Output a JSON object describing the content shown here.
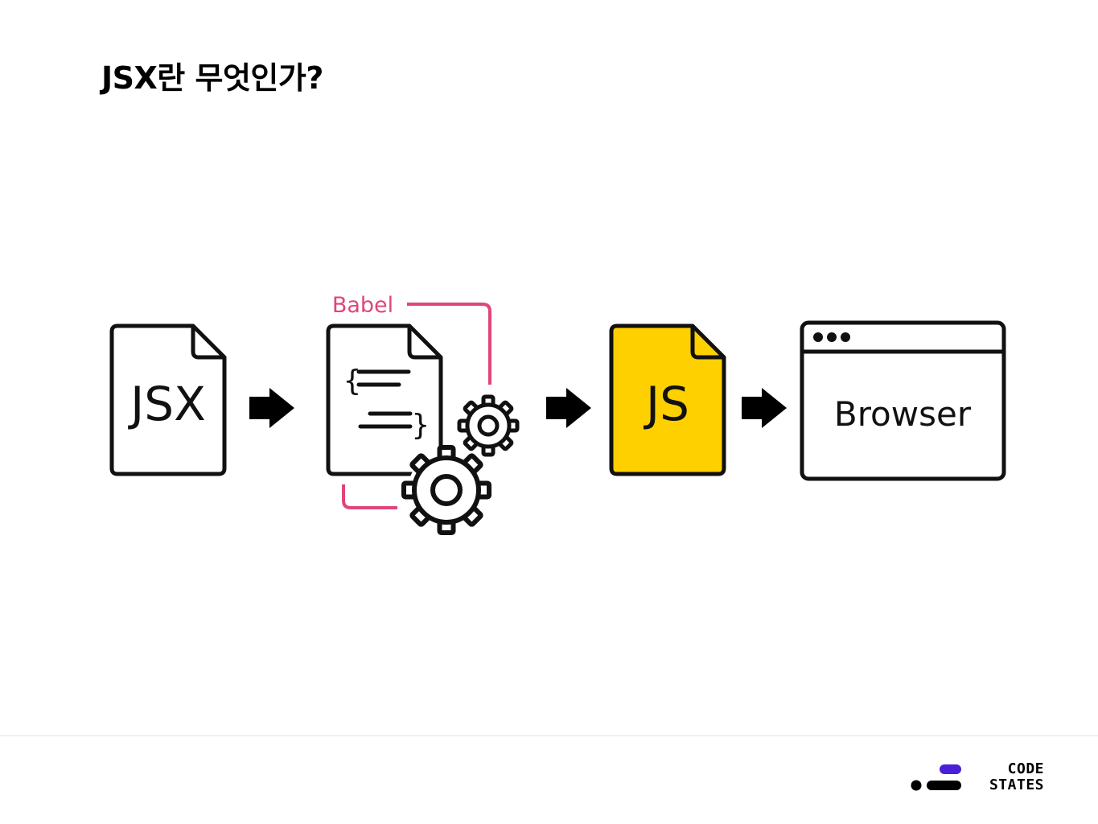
{
  "title": "JSX란 무엇인가?",
  "diagram": {
    "nodes": [
      {
        "id": "jsx",
        "label": "JSX",
        "fill": "#ffffff"
      },
      {
        "id": "babel",
        "label": "Babel",
        "color": "#e0457b"
      },
      {
        "id": "js",
        "label": "JS",
        "fill": "#ffd000"
      },
      {
        "id": "browser",
        "label": "Browser",
        "fill": "#ffffff"
      }
    ],
    "babel_code_left": "{",
    "babel_code_right": "}"
  },
  "logo": {
    "line1": "CODE",
    "line2": "STATES",
    "accent": "#4a1fd9"
  }
}
